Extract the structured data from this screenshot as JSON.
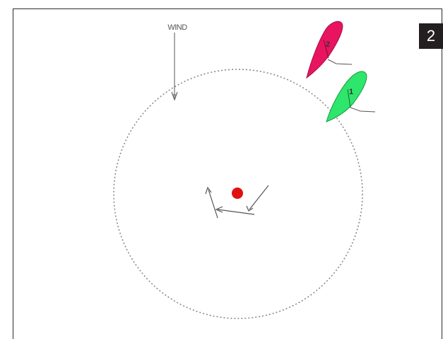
{
  "figure": {
    "number": "2",
    "wind_label": "WIND",
    "boats": [
      {
        "label": "2",
        "color": "#e8145f"
      },
      {
        "label": "1",
        "color": "#2ee66b"
      }
    ],
    "mark_color": "#e01010",
    "zone_line_color": "#8a8a8a"
  }
}
